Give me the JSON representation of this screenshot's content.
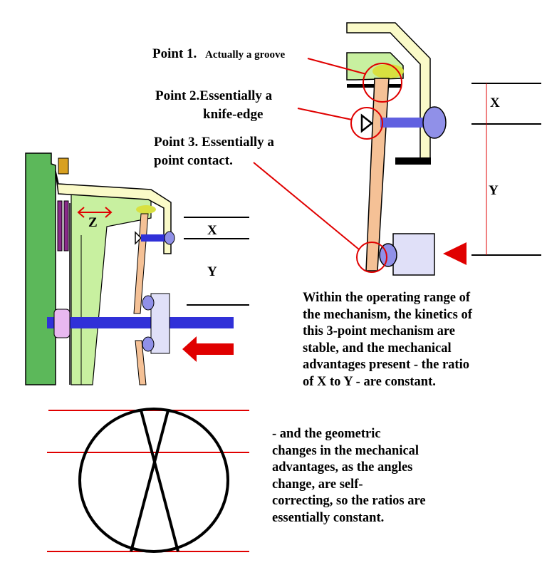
{
  "labels": {
    "point1": "Point 1.",
    "point1_note": "Actually a groove",
    "point2_line1": "Point 2.Essentially a",
    "point2_line2": "knife-edge",
    "point3_line1": "Point 3. Essentially a",
    "point3_line2": "point contact."
  },
  "dimensions": {
    "x_small": "X",
    "y_small": "Y",
    "z_small": "Z",
    "x_large": "X",
    "y_large": "Y"
  },
  "text": {
    "paragraph1": "Within the operating range of\nthe mechanism, the kinetics of\nthis 3-point mechanism are\nstable, and the mechanical\nadvantages present - the ratio\nof X to Y - are constant.",
    "paragraph2": "- and the geometric\nchanges in the mechanical\nadvantages, as the angles\nchange, are self-\ncorrecting, so the ratios are\nessentially constant."
  },
  "colors": {
    "housing_green": "#5cb85a",
    "lever_green": "#c8f0a0",
    "frame_cream": "#fafac8",
    "lever_tan": "#f5c196",
    "shaft_blue": "#3030d8",
    "piston_lavender": "#e0e0f8",
    "knob_blue": "#9090e8",
    "annotation_red": "#e00000",
    "accent_yellow": "#d8e040"
  }
}
